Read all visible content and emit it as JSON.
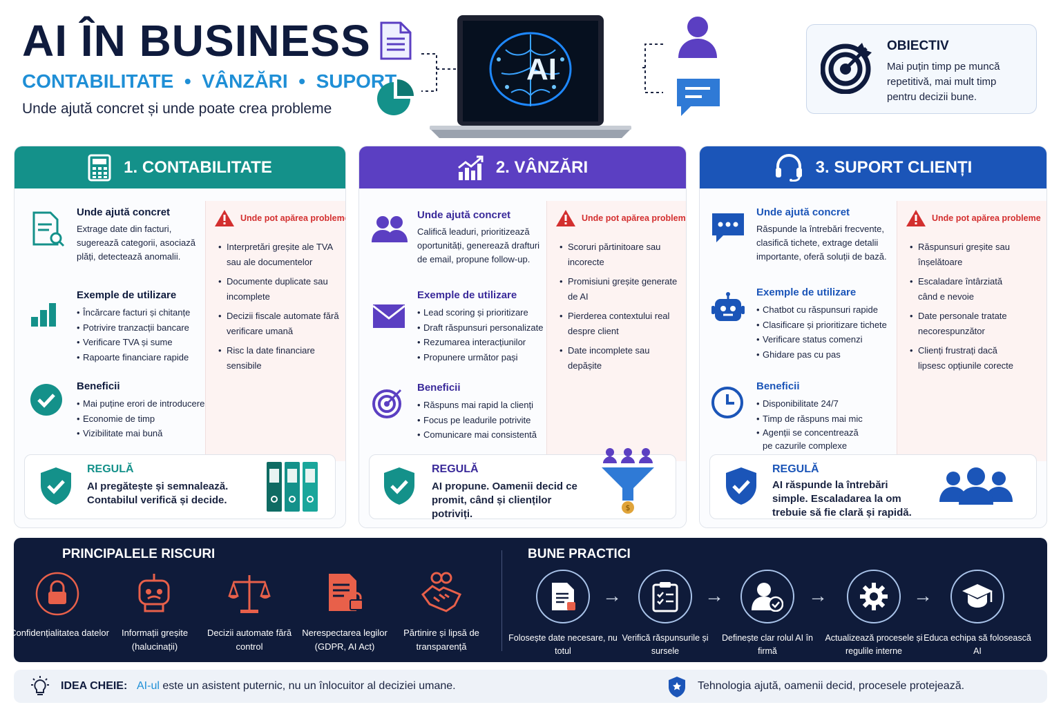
{
  "header": {
    "title": "AI ÎN BUSINESS",
    "subtitle": "CONTABILITATE  •  VÂNZĂRI  •  SUPORT",
    "tagline": "Unde ajută concret și unde poate crea probleme",
    "laptop_label": "AI"
  },
  "objective": {
    "title": "OBIECTIV",
    "text": "Mai puțin timp pe muncă repetitivă, mai mult timp pentru decizii bune."
  },
  "colors": {
    "accounting": "#14918a",
    "sales": "#5b3fc2",
    "support": "#1b55b8",
    "danger": "#d32f2f",
    "dark": "#0f1b3a"
  },
  "columns": [
    {
      "header": "1. CONTABILITATE",
      "where_title": "Unde ajută concret",
      "where_text": "Extrage date din facturi, sugerează categorii, asociază plăți, detectează anomalii.",
      "examples_title": "Exemple de utilizare",
      "examples": [
        "Încărcare facturi și chitanțe",
        "Potrivire tranzacții bancare",
        "Verificare TVA și sume",
        "Rapoarte financiare rapide"
      ],
      "benefits_title": "Beneficii",
      "benefits": [
        "Mai puține erori de introducere",
        "Economie de timp",
        "Vizibilitate mai bună"
      ],
      "problems_title": "Unde pot apărea probleme",
      "problems": [
        "Interpretări greșite ale TVA sau ale documentelor",
        "Documente duplicate sau incomplete",
        "Decizii fiscale automate fără verificare umană",
        "Risc la date financiare sensibile"
      ],
      "rule_title": "REGULĂ",
      "rule_text": "AI pregătește și semnalează. Contabilul verifică și decide."
    },
    {
      "header": "2. VÂNZĂRI",
      "where_title": "Unde ajută concret",
      "where_text": "Califică leaduri, prioritizează oportunități, generează drafturi de email, propune follow-up.",
      "examples_title": "Exemple de utilizare",
      "examples": [
        "Lead scoring și prioritizare",
        "Draft răspunsuri personalizate",
        "Rezumarea interacțiunilor",
        "Propunere următor pași"
      ],
      "benefits_title": "Beneficii",
      "benefits": [
        "Răspuns mai rapid la clienți",
        "Focus pe leadurile potrivite",
        "Comunicare mai consistentă"
      ],
      "problems_title": "Unde pot apărea probleme",
      "problems": [
        "Scoruri părtinitoare sau incorecte",
        "Promisiuni greșite generate de AI",
        "Pierderea contextului real despre client",
        "Date incomplete sau depășite"
      ],
      "rule_title": "REGULĂ",
      "rule_text": "AI propune. Oamenii decid ce promit, când și clienților potriviți."
    },
    {
      "header": "3. SUPORT CLIENȚI",
      "where_title": "Unde ajută concret",
      "where_text": "Răspunde la întrebări frecvente, clasifică tichete, extrage detalii importante, oferă soluții de bază.",
      "examples_title": "Exemple de utilizare",
      "examples": [
        "Chatbot cu răspunsuri rapide",
        "Clasificare și prioritizare tichete",
        "Verificare status comenzi",
        "Ghidare pas cu pas"
      ],
      "benefits_title": "Beneficii",
      "benefits": [
        "Disponibilitate 24/7",
        "Timp de răspuns mai mic",
        "Agenții se concentrează pe cazurile complexe"
      ],
      "problems_title": "Unde pot apărea probleme",
      "problems": [
        "Răspunsuri greșite sau înșelătoare",
        "Escaladare întârziată când e nevoie",
        "Date personale tratate necorespunzător",
        "Clienți frustrați dacă lipsesc opțiunile corecte"
      ],
      "rule_title": "REGULĂ",
      "rule_text": "AI răspunde la întrebări simple. Escaladarea la om trebuie să fie clară și rapidă."
    }
  ],
  "risks": {
    "title": "PRINCIPALELE RISCURI",
    "items": [
      "Confidențialitatea datelor",
      "Informații greșite (halucinații)",
      "Decizii automate fără control",
      "Nerespectarea legilor (GDPR, AI Act)",
      "Părtinire și lipsă de transparență"
    ]
  },
  "practices": {
    "title": "BUNE PRACTICI",
    "items": [
      "Folosește date necesare, nu totul",
      "Verifică răspunsurile și sursele",
      "Definește clar rolul AI în firmă",
      "Actualizează procesele și regulile interne",
      "Educa echipa să folosească AI"
    ]
  },
  "key": {
    "label": "IDEA CHEIE:",
    "text_ai": "AI-ul",
    "text_rest": " este un asistent puternic, nu un înlocuitor al deciziei umane.",
    "text2": "Tehnologia ajută, oamenii decid, procesele protejează."
  }
}
